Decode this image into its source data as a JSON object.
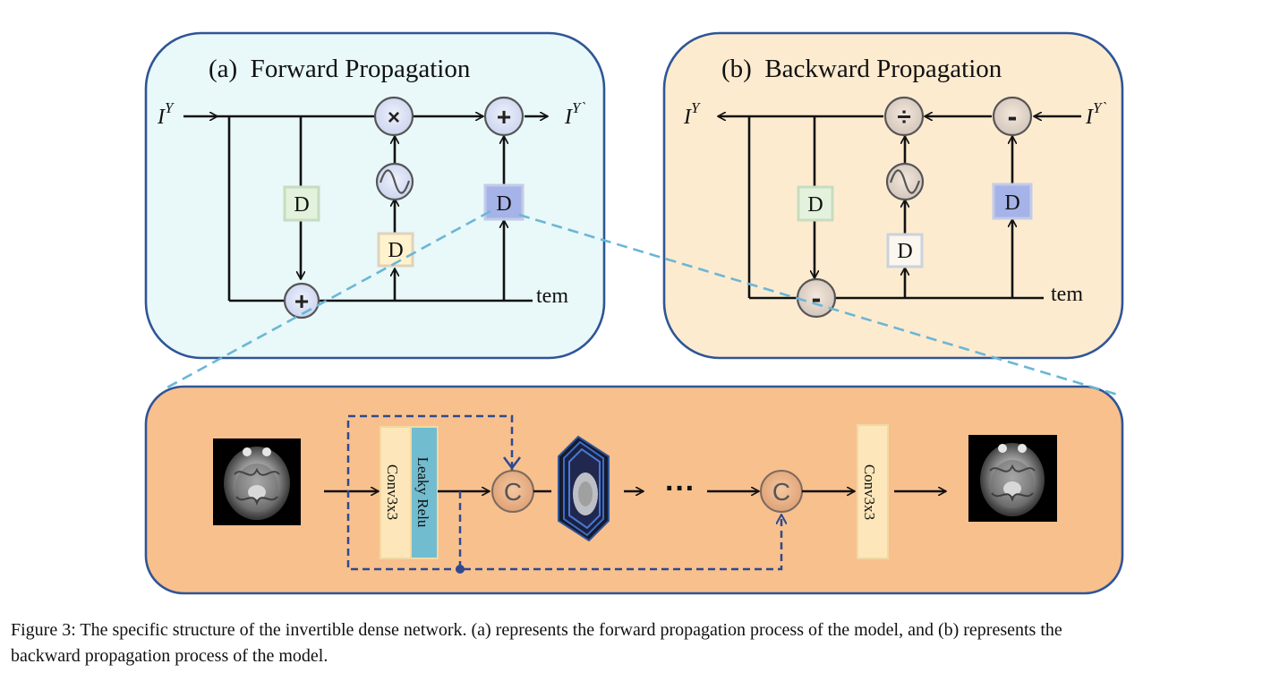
{
  "panel_a": {
    "title": "(a)  Forward Propagation",
    "input": "I",
    "input_sup": "Y",
    "output": "I",
    "output_sup": "Y`",
    "tem": "tem",
    "d1": "D",
    "d2": "D",
    "d3": "D",
    "op_mul": "×",
    "op_add_top": "+",
    "op_add_bottom": "+"
  },
  "panel_b": {
    "title": "(b)  Backward Propagation",
    "output": "I",
    "output_sup": "Y",
    "input": "I",
    "input_sup": "Y`",
    "tem": "tem",
    "d1": "D",
    "d2": "D",
    "d3": "D",
    "op_div": "÷",
    "op_sub_top": "-",
    "op_sub_bottom": "-"
  },
  "panel_c": {
    "conv1": "Conv3x3",
    "leaky": "Leaky Relu",
    "concat1": "C",
    "concat2": "C",
    "ellipsis": "···",
    "conv2": "Conv3x3"
  },
  "caption": {
    "line1": "Figure 3: The specific structure of the invertible dense network. (a) represents the forward propagation process of the model, and (b) represents the",
    "line2": "backward propagation process of the model."
  },
  "colors": {
    "panel_a_fill": "#e9f8f8",
    "panel_b_fill": "#fdebd0",
    "panel_c_fill": "#f8c08d",
    "panel_border": "#2e5597",
    "dashed_callout": "#6bb6d6",
    "d_green": "#e3f2dc",
    "d_yellow": "#fff2cc",
    "d_blue": "#a6b3e8",
    "conv_fill": "#fde6b9",
    "leaky_fill": "#72bcd0"
  }
}
